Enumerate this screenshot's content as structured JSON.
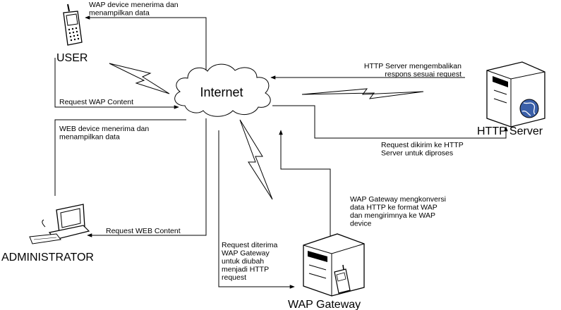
{
  "nodes": {
    "user": "USER",
    "admin": "ADMINISTRATOR",
    "internet": "Internet",
    "http_server": "HTTP Server",
    "wap_gateway": "WAP Gateway"
  },
  "labels": {
    "wap_device_receive": [
      "WAP device menerima dan",
      "menampilkan data"
    ],
    "request_wap": [
      "Request WAP Content"
    ],
    "web_device_receive": [
      "WEB device menerima dan",
      "menampilkan data"
    ],
    "request_web": [
      "Request WEB Content"
    ],
    "http_return": [
      "HTTP Server mengembalikan",
      "respons sesuai request"
    ],
    "request_sent": [
      "Request dikirim ke HTTP",
      "Server untuk diproses"
    ],
    "gateway_convert": [
      "WAP Gateway mengkonversi",
      "data HTTP ke format WAP",
      "dan mengirimnya ke WAP",
      "device"
    ],
    "request_received": [
      "Request diterima",
      "WAP Gateway",
      "untuk diubah",
      "menjadi HTTP",
      "request"
    ]
  },
  "colors": {
    "line": "#000000",
    "globe": "#3a5fa8"
  },
  "icons": [
    "phone-icon",
    "computer-icon",
    "server-icon",
    "gateway-server-icon",
    "cloud-icon",
    "lightning-icon"
  ]
}
